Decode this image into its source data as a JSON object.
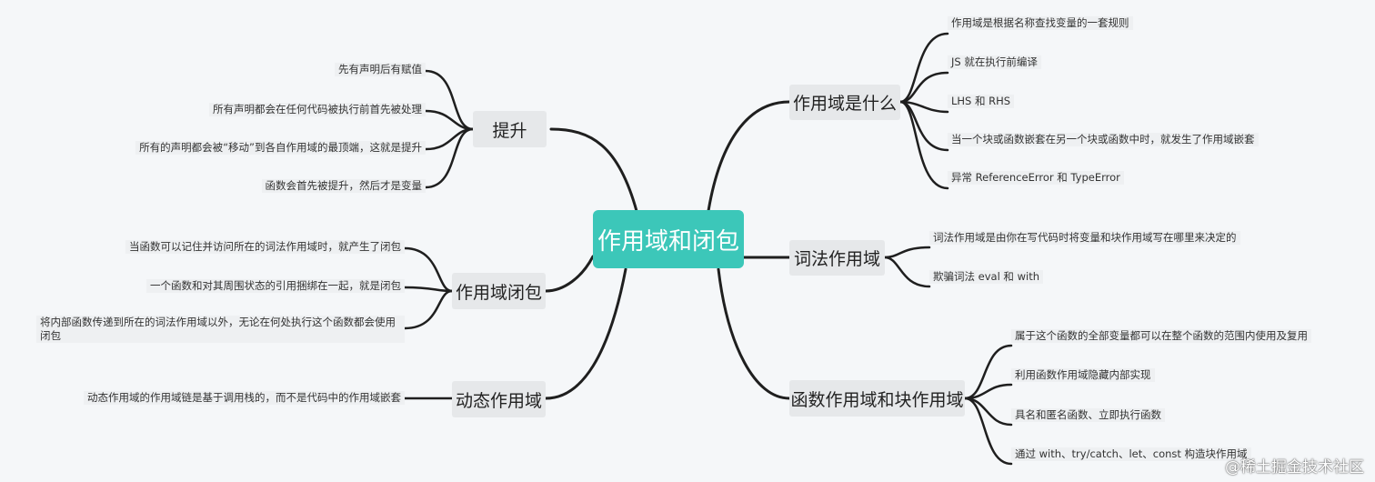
{
  "root": {
    "label": "作用域和闭包",
    "color": "#3cc7b9"
  },
  "branches": {
    "what_is_scope": {
      "label": "作用域是什么",
      "leaves": [
        "作用域是根据名称查找变量的一套规则",
        "JS 就在执行前编译",
        "LHS 和 RHS",
        "当一个块或函数嵌套在另一个块或函数中时，就发生了作用域嵌套",
        "异常 ReferenceError 和 TypeError"
      ]
    },
    "lexical_scope": {
      "label": "词法作用域",
      "leaves": [
        "词法作用域是由你在写代码时将变量和块作用域写在哪里来决定的",
        "欺骗词法 eval 和 with"
      ]
    },
    "function_block_scope": {
      "label": "函数作用域和块作用域",
      "leaves": [
        "属于这个函数的全部变量都可以在整个函数的范围内使用及复用",
        "利用函数作用域隐藏内部实现",
        "具名和匿名函数、立即执行函数",
        "通过 with、try/catch、let、const 构造块作用域"
      ]
    },
    "hoisting": {
      "label": "提升",
      "leaves": [
        "先有声明后有赋值",
        "所有声明都会在任何代码被执行前首先被处理",
        "所有的声明都会被“移动”到各自作用域的最顶端，这就是提升",
        "函数会首先被提升，然后才是变量"
      ]
    },
    "closure": {
      "label": "作用域闭包",
      "leaves": [
        "当函数可以记住并访问所在的词法作用域时，就产生了闭包",
        "一个函数和对其周围状态的引用捆绑在一起，就是闭包",
        "将内部函数传递到所在的词法作用域以外，无论在何处执行这个函数都会使用闭包"
      ]
    },
    "dynamic_scope": {
      "label": "动态作用域",
      "leaves": [
        "动态作用域的作用域链是基于调用栈的，而不是代码中的作用域嵌套"
      ]
    }
  },
  "watermark": "@稀土掘金技术社区"
}
